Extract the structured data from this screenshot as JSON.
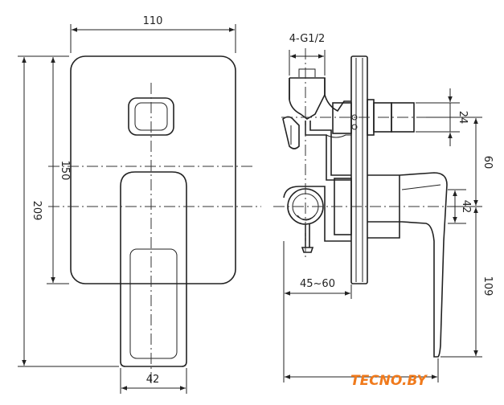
{
  "dimensions": {
    "front_width": "110",
    "front_height_total": "209",
    "front_height_plate": "150",
    "lever_width": "42",
    "thread_spec": "4-G1/2",
    "outlet_diameter": "24",
    "axis_spacing": "60",
    "body_diameter": "42",
    "lever_projection": "109",
    "install_depth": "45~60"
  },
  "brand": {
    "logo_text": "TECNO.BY",
    "accent_color": "#f07a1c"
  }
}
